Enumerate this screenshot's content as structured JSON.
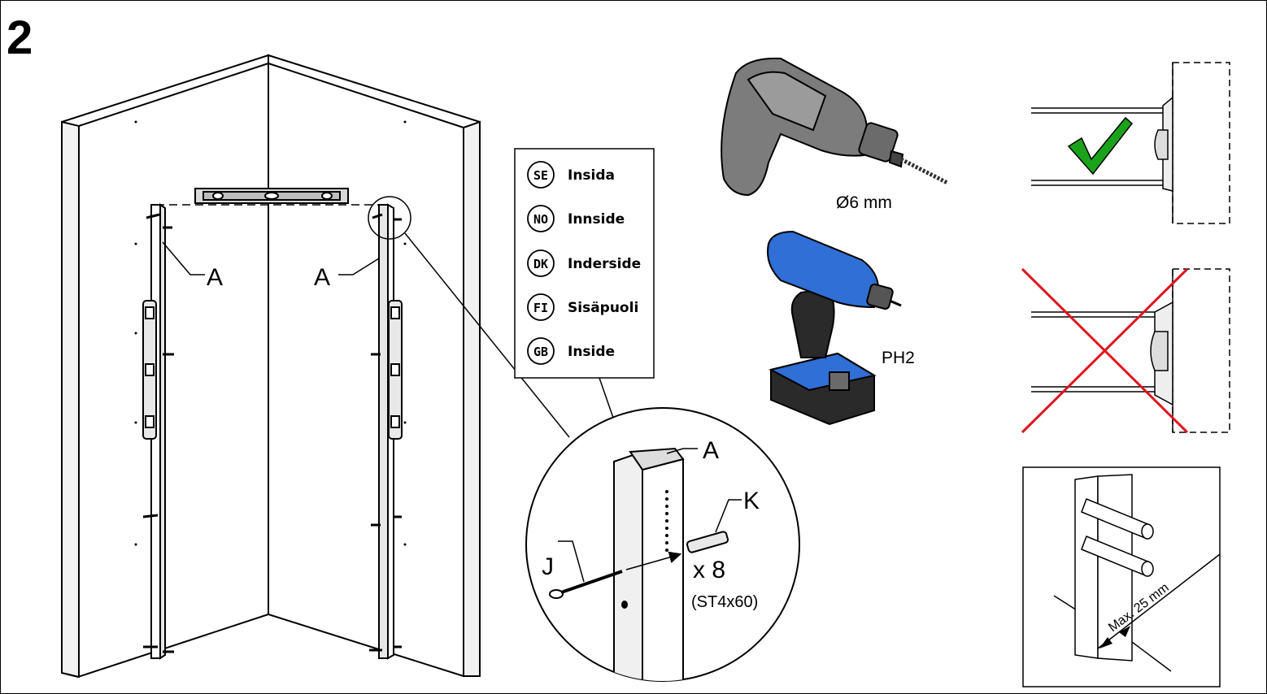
{
  "step": {
    "number": "2"
  },
  "wall_labels": {
    "left": "A",
    "right": "A"
  },
  "inside_legend": [
    {
      "code": "SE",
      "text": "Insida"
    },
    {
      "code": "NO",
      "text": "Innside"
    },
    {
      "code": "DK",
      "text": "Inderside"
    },
    {
      "code": "FI",
      "text": "Sisäpuoli"
    },
    {
      "code": "GB",
      "text": "Inside"
    }
  ],
  "detail": {
    "rail_label": "A",
    "screw_label": "J",
    "plug_label": "K",
    "quantity": "x 8",
    "screw_spec": "(ST4x60)"
  },
  "tools": {
    "drill_bit": "Ø6 mm",
    "screwdriver_bit": "PH2"
  },
  "depth_panel": {
    "max_label": "Max. 25 mm"
  },
  "colors": {
    "correct": "#1aa31a",
    "wrong": "#e0141e",
    "drill_blue": "#2f6fd6",
    "tool_grey": "#8a8a8a"
  },
  "icons": [
    "check-icon",
    "cross-icon",
    "drill-icon",
    "screwdriver-icon",
    "spirit-level-icon"
  ]
}
